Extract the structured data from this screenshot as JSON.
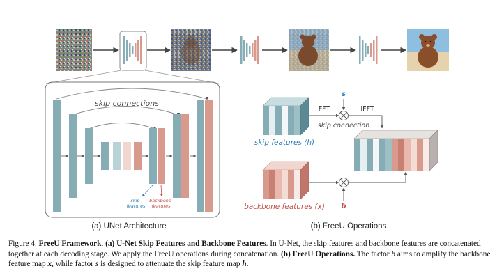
{
  "figure": {
    "panel_a": {
      "title": "(a) UNet Architecture",
      "skip_connections_label": "skip connections",
      "skip_features_label": [
        "skip",
        "features"
      ],
      "backbone_features_label": [
        "backbone",
        "features"
      ]
    },
    "panel_b": {
      "title": "(b) FreeU Operations",
      "fft_label": "FFT",
      "ifft_label": "IFFT",
      "s_label": "s",
      "b_label": "b",
      "skip_connection_label": "skip connection",
      "skip_features_label": "skip features (h)",
      "backbone_features_label": "backbone features (x)"
    },
    "colors": {
      "teal": "#86adb5",
      "teal_dark": "#5b8a94",
      "salmon": "#d99a8e",
      "salmon_dark": "#c0766a",
      "blue_text": "#2f7fb5",
      "orange_text": "#c0504d"
    }
  },
  "caption": {
    "fig_label": "Figure 4.",
    "title": "FreeU Framework",
    "part_a_title": "(a) U-Net Skip Features and Backbone Features",
    "part_a_text": "In U-Net, the skip features and backbone features are concatenated together at each decoding stage. We apply the FreeU operations during concatenation.",
    "part_b_title": "(b) FreeU Operations.",
    "part_b_text_1": "The factor",
    "var_b": "b",
    "part_b_text_2": "aims to amplify the backbone feature map",
    "var_x": "x",
    "part_b_text_3": ", while factor",
    "var_s": "s",
    "part_b_text_4": "is designed to attenuate the skip feature map",
    "var_h": "h",
    "part_b_text_5": "."
  }
}
